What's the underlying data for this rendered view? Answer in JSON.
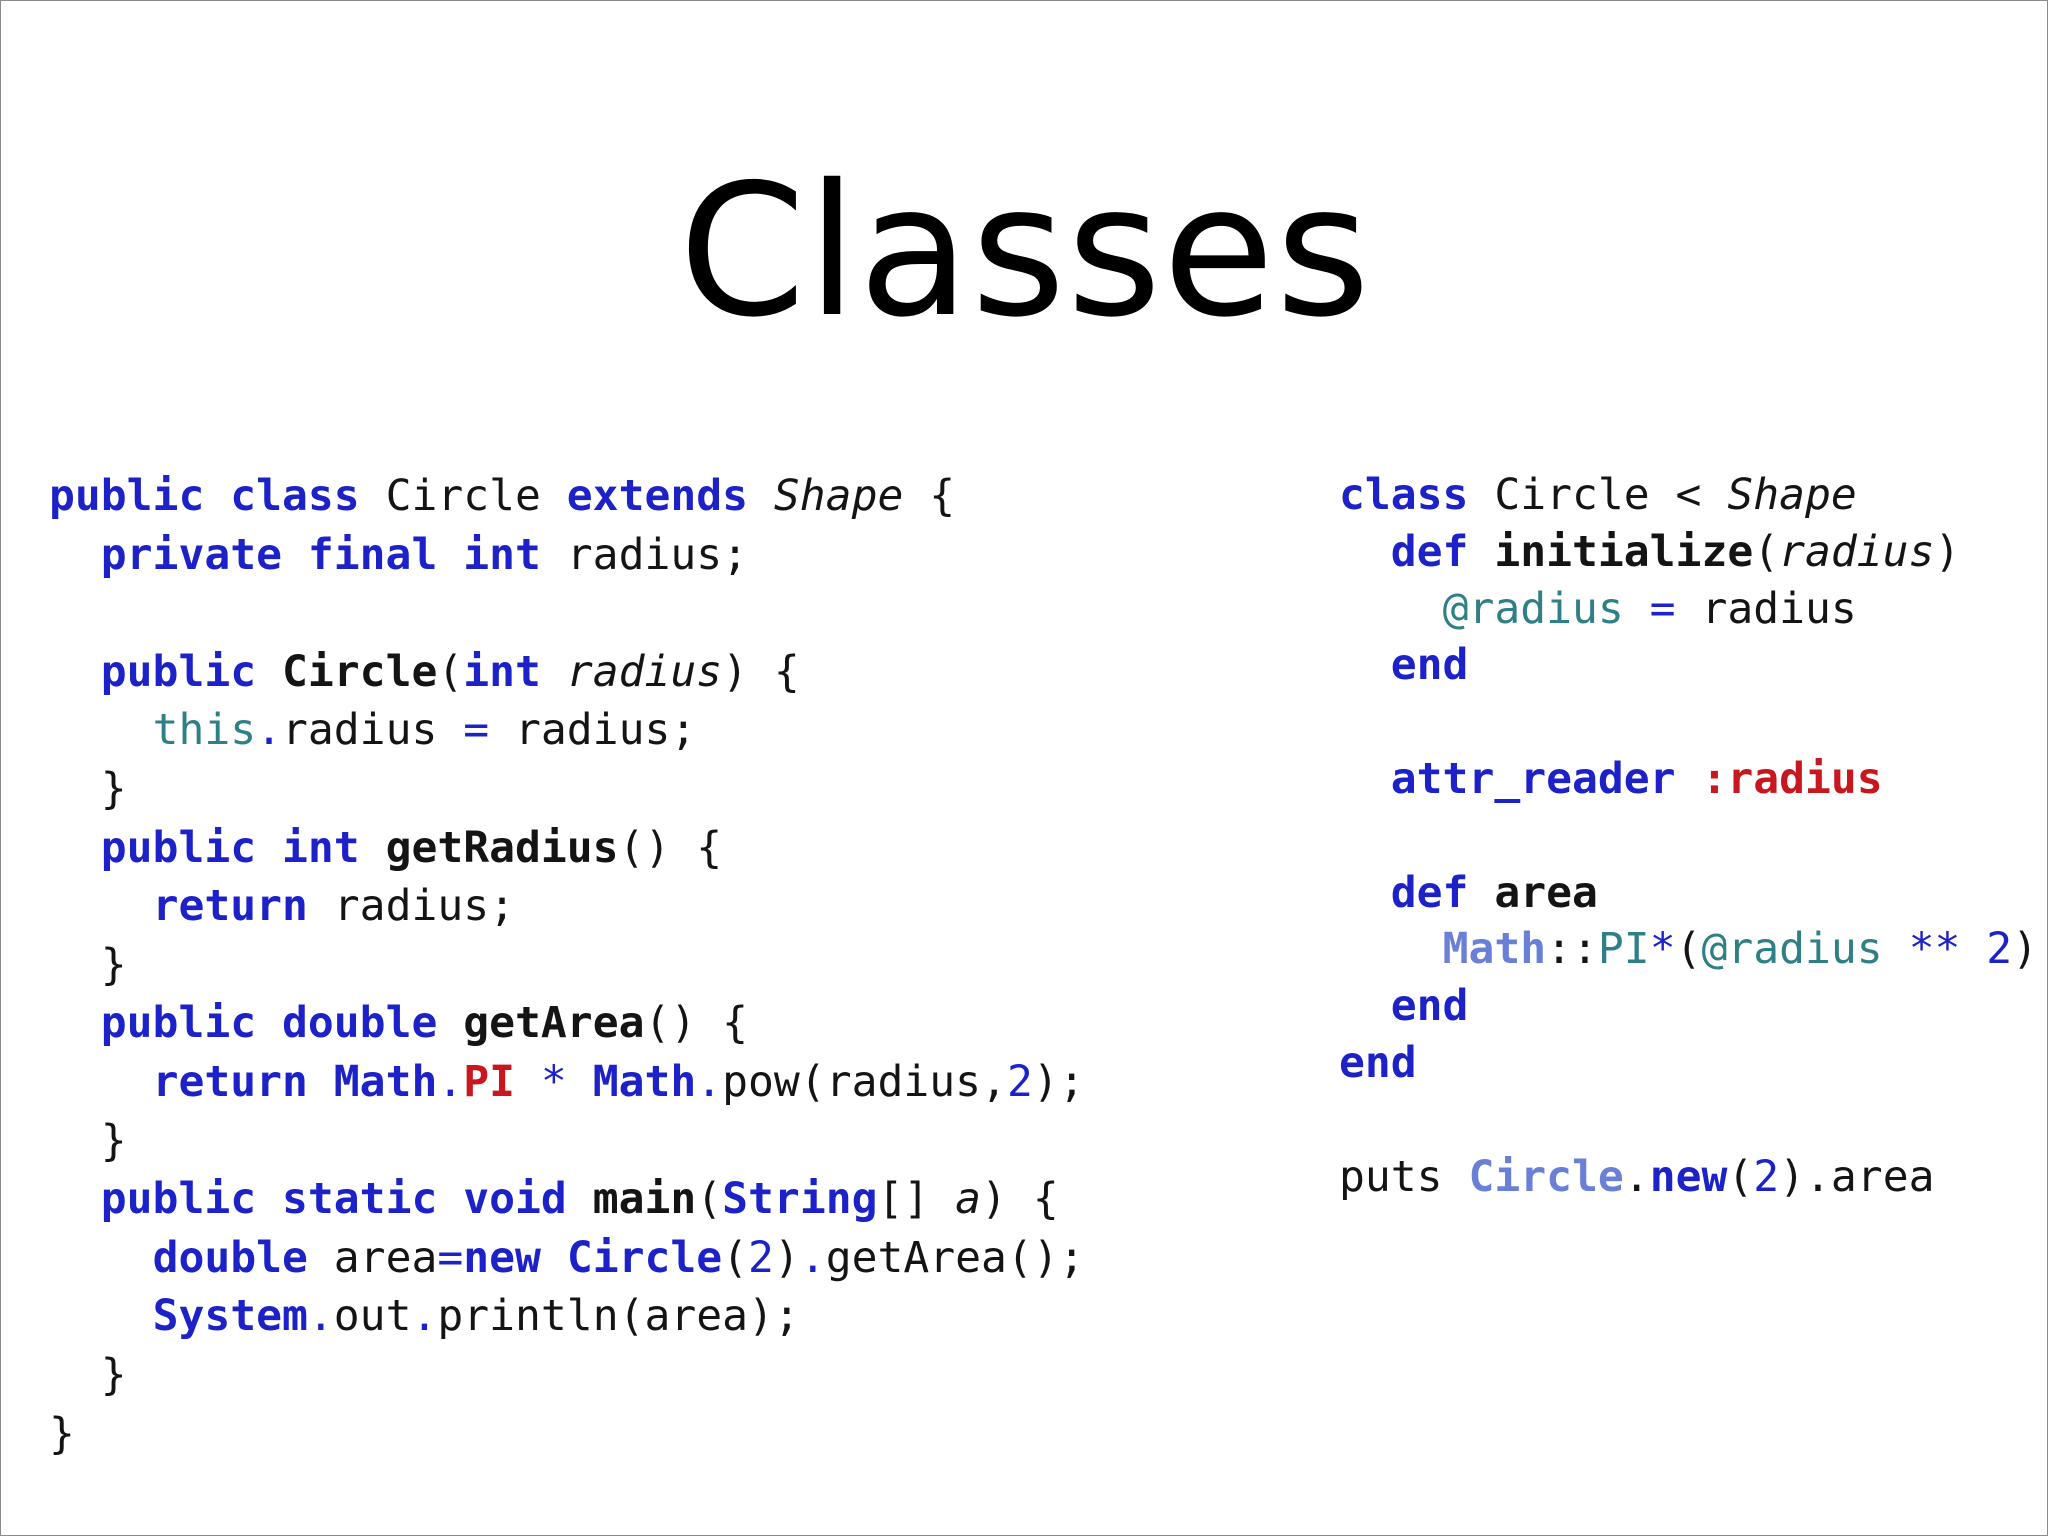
{
  "slide": {
    "title": "Classes"
  },
  "java_code": [
    [
      [
        "kw",
        "public"
      ],
      [
        "pl",
        " "
      ],
      [
        "kw",
        "class"
      ],
      [
        "pl",
        " Circle "
      ],
      [
        "kw",
        "extends"
      ],
      [
        "pl",
        " "
      ],
      [
        "ty",
        "Shape"
      ],
      [
        "pl",
        " {"
      ]
    ],
    [
      [
        "pl",
        "  "
      ],
      [
        "kw",
        "private"
      ],
      [
        "pl",
        " "
      ],
      [
        "kw",
        "final"
      ],
      [
        "pl",
        " "
      ],
      [
        "kw",
        "int"
      ],
      [
        "pl",
        " radius;"
      ]
    ],
    [],
    [
      [
        "pl",
        "  "
      ],
      [
        "kw",
        "public"
      ],
      [
        "pl",
        " "
      ],
      [
        "fn",
        "Circle"
      ],
      [
        "pl",
        "("
      ],
      [
        "kw",
        "int"
      ],
      [
        "pl",
        " "
      ],
      [
        "it",
        "radius"
      ],
      [
        "pl",
        ") {"
      ]
    ],
    [
      [
        "pl",
        "    "
      ],
      [
        "th",
        "this"
      ],
      [
        "op",
        "."
      ],
      [
        "pl",
        "radius "
      ],
      [
        "op",
        "="
      ],
      [
        "pl",
        " radius;"
      ]
    ],
    [
      [
        "pl",
        "  }"
      ]
    ],
    [
      [
        "pl",
        "  "
      ],
      [
        "kw",
        "public"
      ],
      [
        "pl",
        " "
      ],
      [
        "kw",
        "int"
      ],
      [
        "pl",
        " "
      ],
      [
        "fn",
        "getRadius"
      ],
      [
        "pl",
        "() {"
      ]
    ],
    [
      [
        "pl",
        "    "
      ],
      [
        "kw",
        "return"
      ],
      [
        "pl",
        " radius;"
      ]
    ],
    [
      [
        "pl",
        "  }"
      ]
    ],
    [
      [
        "pl",
        "  "
      ],
      [
        "kw",
        "public"
      ],
      [
        "pl",
        " "
      ],
      [
        "kw",
        "double"
      ],
      [
        "pl",
        " "
      ],
      [
        "fn",
        "getArea"
      ],
      [
        "pl",
        "() {"
      ]
    ],
    [
      [
        "pl",
        "    "
      ],
      [
        "kw",
        "return"
      ],
      [
        "pl",
        " "
      ],
      [
        "cls",
        "Math"
      ],
      [
        "op",
        "."
      ],
      [
        "con",
        "PI"
      ],
      [
        "pl",
        " "
      ],
      [
        "op",
        "*"
      ],
      [
        "pl",
        " "
      ],
      [
        "cls",
        "Math"
      ],
      [
        "op",
        "."
      ],
      [
        "pl",
        "pow(radius,"
      ],
      [
        "num",
        "2"
      ],
      [
        "pl",
        ");"
      ]
    ],
    [
      [
        "pl",
        "  }"
      ]
    ],
    [
      [
        "pl",
        "  "
      ],
      [
        "kw",
        "public"
      ],
      [
        "pl",
        " "
      ],
      [
        "kw",
        "static"
      ],
      [
        "pl",
        " "
      ],
      [
        "kw",
        "void"
      ],
      [
        "pl",
        " "
      ],
      [
        "fn",
        "main"
      ],
      [
        "pl",
        "("
      ],
      [
        "cls",
        "String"
      ],
      [
        "pl",
        "[] "
      ],
      [
        "it",
        "a"
      ],
      [
        "pl",
        ") {"
      ]
    ],
    [
      [
        "pl",
        "    "
      ],
      [
        "kw",
        "double"
      ],
      [
        "pl",
        " area"
      ],
      [
        "op",
        "="
      ],
      [
        "kw",
        "new"
      ],
      [
        "pl",
        " "
      ],
      [
        "cls",
        "Circle"
      ],
      [
        "pl",
        "("
      ],
      [
        "num",
        "2"
      ],
      [
        "pl",
        ")"
      ],
      [
        "op",
        "."
      ],
      [
        "pl",
        "getArea();"
      ]
    ],
    [
      [
        "pl",
        "    "
      ],
      [
        "cls",
        "System"
      ],
      [
        "op",
        "."
      ],
      [
        "pl",
        "out"
      ],
      [
        "op",
        "."
      ],
      [
        "pl",
        "println(area);"
      ]
    ],
    [
      [
        "pl",
        "  }"
      ]
    ],
    [
      [
        "pl",
        "}"
      ]
    ]
  ],
  "ruby_code": [
    [
      [
        "kw",
        "class"
      ],
      [
        "pl",
        " Circle < "
      ],
      [
        "ty",
        "Shape"
      ]
    ],
    [
      [
        "pl",
        "  "
      ],
      [
        "kw",
        "def"
      ],
      [
        "pl",
        " "
      ],
      [
        "fn",
        "initialize"
      ],
      [
        "pl",
        "("
      ],
      [
        "it",
        "radius"
      ],
      [
        "pl",
        ")"
      ]
    ],
    [
      [
        "pl",
        "    "
      ],
      [
        "ivar",
        "@radius"
      ],
      [
        "pl",
        " "
      ],
      [
        "op",
        "="
      ],
      [
        "pl",
        " radius"
      ]
    ],
    [
      [
        "pl",
        "  "
      ],
      [
        "kw",
        "end"
      ]
    ],
    [],
    [
      [
        "pl",
        "  "
      ],
      [
        "kw",
        "attr_reader"
      ],
      [
        "pl",
        " "
      ],
      [
        "sym",
        ":radius"
      ]
    ],
    [],
    [
      [
        "pl",
        "  "
      ],
      [
        "kw",
        "def"
      ],
      [
        "pl",
        " "
      ],
      [
        "fn",
        "area"
      ]
    ],
    [
      [
        "pl",
        "    "
      ],
      [
        "lt",
        "Math"
      ],
      [
        "pl",
        "::"
      ],
      [
        "ivar",
        "PI"
      ],
      [
        "op",
        "*"
      ],
      [
        "pl",
        "("
      ],
      [
        "ivar",
        "@radius"
      ],
      [
        "pl",
        " "
      ],
      [
        "op",
        "**"
      ],
      [
        "pl",
        " "
      ],
      [
        "num",
        "2"
      ],
      [
        "pl",
        ")"
      ]
    ],
    [
      [
        "pl",
        "  "
      ],
      [
        "kw",
        "end"
      ]
    ],
    [
      [
        "kw",
        "end"
      ]
    ],
    [],
    [
      [
        "pl",
        "puts "
      ],
      [
        "lt",
        "Circle"
      ],
      [
        "pl",
        "."
      ],
      [
        "kw",
        "new"
      ],
      [
        "pl",
        "("
      ],
      [
        "num",
        "2"
      ],
      [
        "pl",
        ")"
      ],
      [
        "pl",
        ".area"
      ]
    ]
  ]
}
